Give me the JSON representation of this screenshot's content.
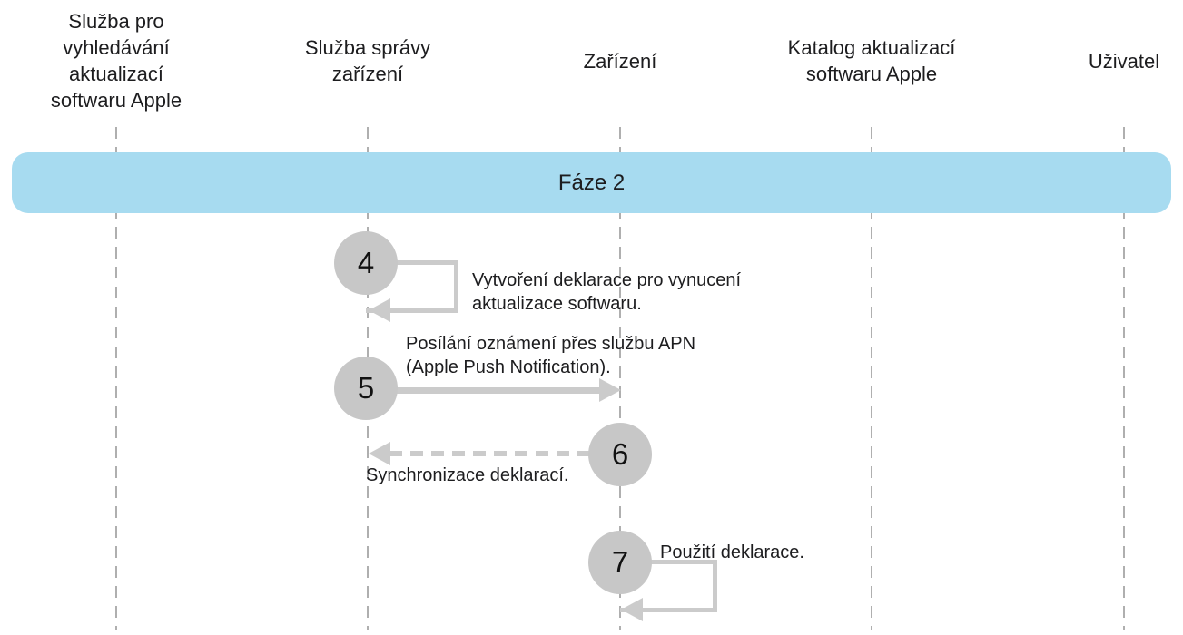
{
  "diagram": {
    "phase": {
      "label": "Fáze 2"
    },
    "actors": [
      {
        "label": "Služba pro vyhledávání aktualizací softwaru Apple"
      },
      {
        "label": "Služba správy zařízení"
      },
      {
        "label": "Zařízení"
      },
      {
        "label": "Katalog aktualizací softwaru Apple"
      },
      {
        "label": "Uživatel"
      }
    ],
    "steps": [
      {
        "number": "4",
        "type": "self-message",
        "from": "Služba správy zařízení",
        "to": "Služba správy zařízení",
        "label": "Vytvoření deklarace pro vynucení aktualizace softwaru."
      },
      {
        "number": "5",
        "type": "solid-arrow-right",
        "from": "Služba správy zařízení",
        "to": "Zařízení",
        "label": "Posílání oznámení přes službu APN (Apple Push Notification)."
      },
      {
        "number": "6",
        "type": "dashed-arrow-left",
        "from": "Zařízení",
        "to": "Služba správy zařízení",
        "label": "Synchronizace deklarací."
      },
      {
        "number": "7",
        "type": "self-message",
        "from": "Zařízení",
        "to": "Zařízení",
        "label": "Použití deklarace."
      }
    ],
    "colors": {
      "phase_background": "#A7DBF0",
      "step_circle": "#C7C7C7",
      "arrow": "#CBCBCB",
      "lifeline": "#AFAFAF",
      "text": "#1D1D1F"
    }
  }
}
